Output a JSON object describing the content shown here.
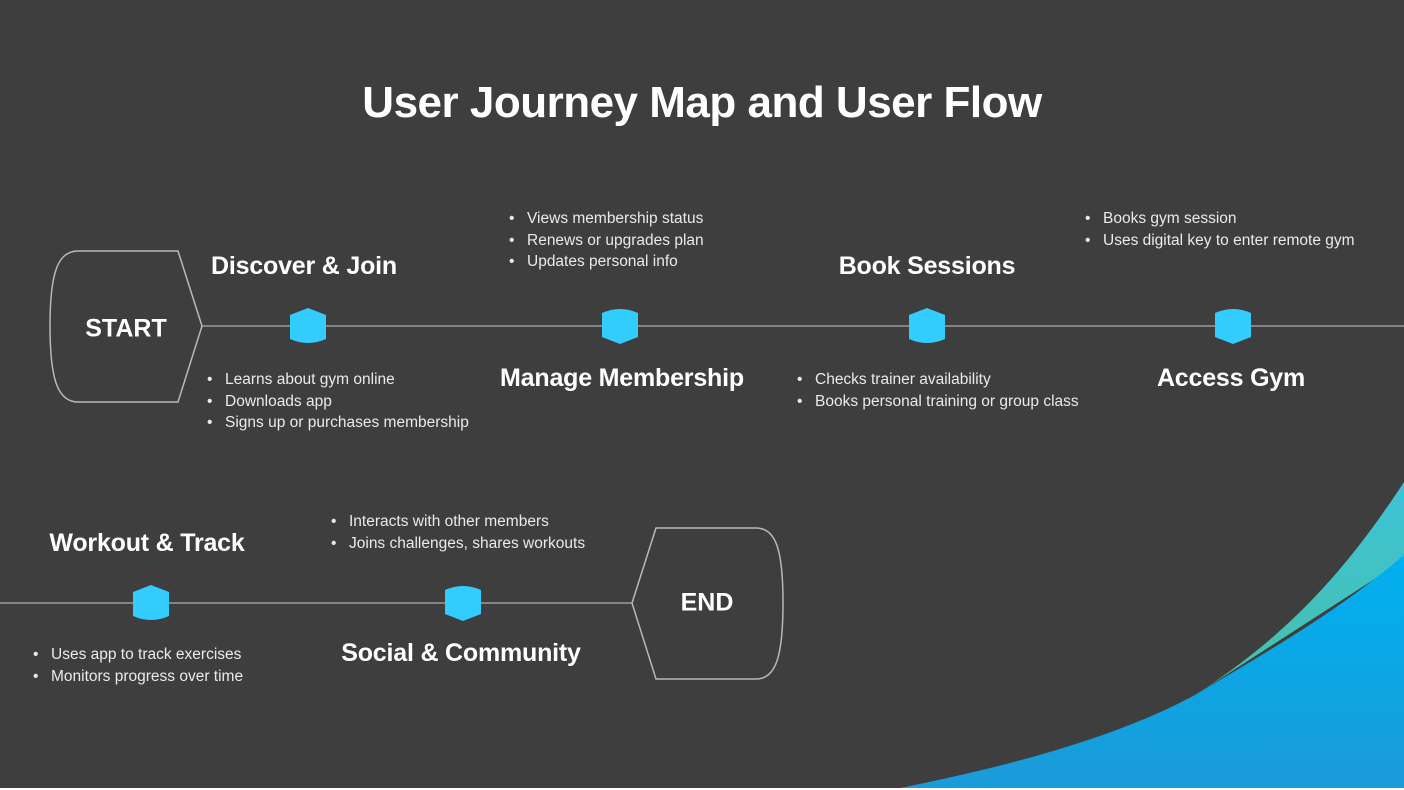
{
  "title": "User Journey Map and User Flow",
  "terminals": {
    "start": "START",
    "end": "END"
  },
  "stages": [
    {
      "name": "Discover & Join",
      "label_position": "above",
      "bullets": [
        "Learns about gym online",
        "Downloads app",
        "Signs up or purchases membership"
      ]
    },
    {
      "name": "Manage Membership",
      "label_position": "below",
      "bullets": [
        "Views membership status",
        "Renews or upgrades plan",
        "Updates personal info"
      ]
    },
    {
      "name": "Book Sessions",
      "label_position": "above",
      "bullets": [
        "Checks trainer availability",
        "Books personal training or group class"
      ]
    },
    {
      "name": "Access Gym",
      "label_position": "below",
      "bullets": [
        "Books gym session",
        "Uses digital key to enter remote gym"
      ]
    },
    {
      "name": "Workout & Track",
      "label_position": "above",
      "bullets": [
        "Uses app to track exercises",
        "Monitors progress over time"
      ]
    },
    {
      "name": "Social & Community",
      "label_position": "below",
      "bullets": [
        "Interacts with other members",
        "Joins challenges, shares workouts"
      ]
    }
  ],
  "colors": {
    "background": "#3e3e3e",
    "node": "#33ccff",
    "line": "#9a9a9a",
    "accent_blue": "#12a3e3",
    "accent_teal": "#40c0c0"
  }
}
